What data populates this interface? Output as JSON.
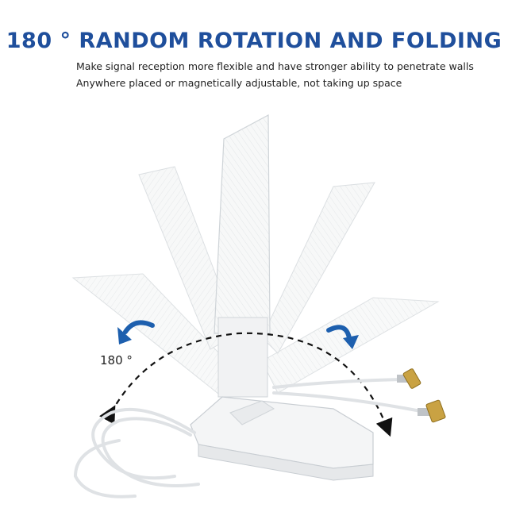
{
  "header": {
    "title": "180 ° RANDOM ROTATION AND FOLDING",
    "line1": "Make signal reception more flexible and have stronger ability to penetrate walls",
    "line2": "Anywhere placed or magnetically adjustable, not taking up space"
  },
  "diagram": {
    "angle_label": "180 °"
  },
  "colors": {
    "headline": "#1f4f9c",
    "arrow": "#1d5fae",
    "antenna_white": "#f7f8f8",
    "connector_gold": "#c9a243"
  }
}
